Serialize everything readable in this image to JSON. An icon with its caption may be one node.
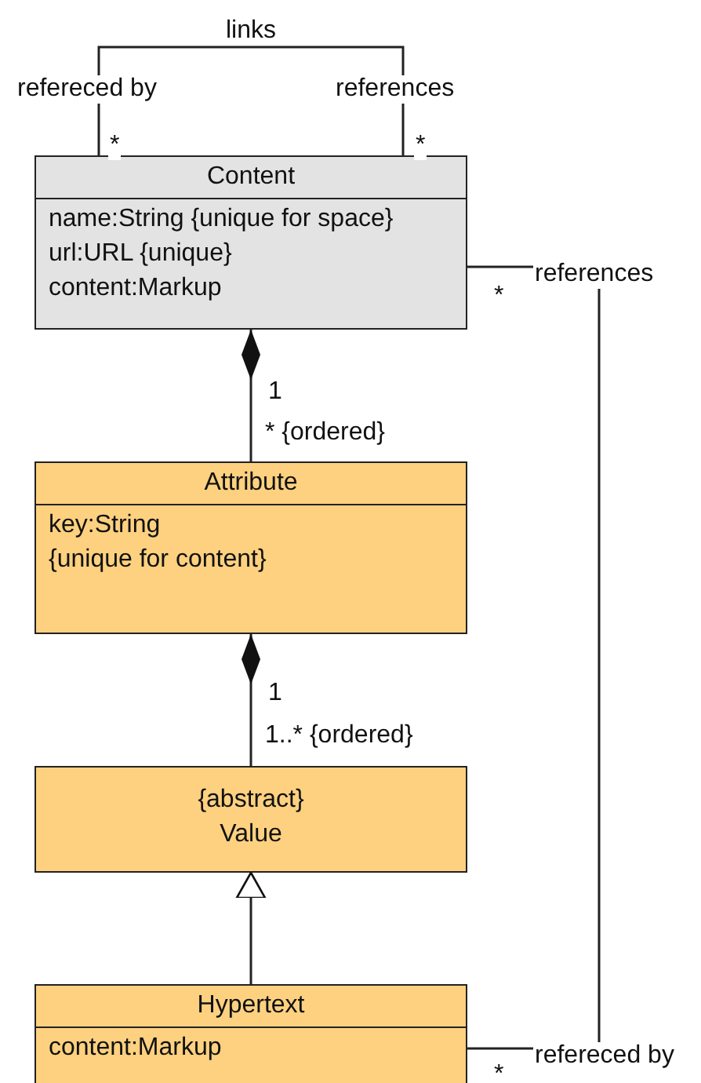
{
  "diagram": {
    "nodes": [
      {
        "text": [
          "Content",
          "name:String {unique for space}",
          "url:URL {unique}",
          "content:Markup"
        ]
      },
      {
        "text": [
          "Attribute",
          "key:String",
          "{unique for content}"
        ]
      },
      {
        "text": [
          "{abstract}",
          "Value"
        ]
      },
      {
        "text": [
          "Hypertext",
          "content:Markup"
        ]
      }
    ],
    "edges": [
      {
        "from": 0,
        "to": 0,
        "arrow": "none",
        "label": "links"
      },
      {
        "from": 0,
        "to": 1,
        "arrow": "other"
      },
      {
        "from": 1,
        "to": 2,
        "arrow": "other"
      },
      {
        "from": 3,
        "to": 2,
        "arrow": "to"
      },
      {
        "from": 0,
        "to": 3,
        "arrow": "none"
      }
    ],
    "labels": [
      "refereced by",
      "references",
      "*",
      "*",
      "references",
      "*",
      "1",
      "* {ordered}",
      "1",
      "1..* {ordered}",
      "refereced by",
      "*"
    ]
  }
}
